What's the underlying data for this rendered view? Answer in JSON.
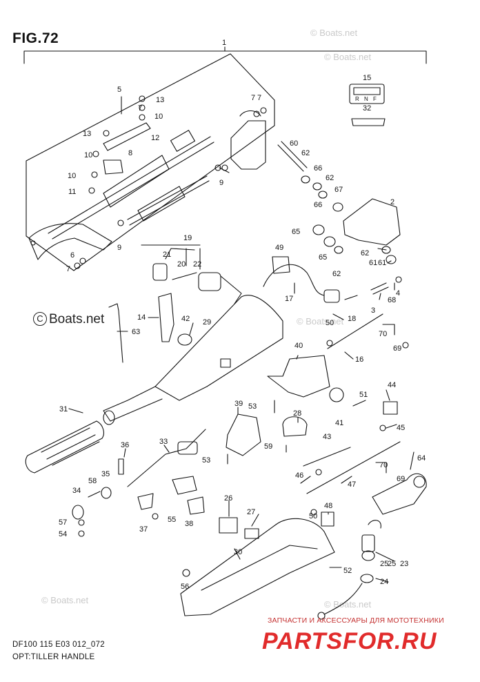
{
  "figure": {
    "title": "FIG.72",
    "code": "DF100 115 E03 012_072",
    "caption": "OPT:TILLER HANDLE"
  },
  "watermarks": {
    "side": "Boats.net",
    "faint": "© Boats.net"
  },
  "shop": {
    "line": "ЗАПЧАСТИ И АКСЕССУАРЫ ДЛЯ МОТОТЕХНИКИ",
    "brand": "PARTSFOR.RU"
  },
  "callouts": [
    "1",
    "2",
    "3",
    "4",
    "5",
    "6",
    "7",
    "8",
    "9",
    "10",
    "11",
    "12",
    "13",
    "14",
    "15",
    "16",
    "17",
    "18",
    "19",
    "20",
    "21",
    "22",
    "23",
    "24",
    "25",
    "26",
    "27",
    "28",
    "29",
    "30",
    "31",
    "32",
    "33",
    "34",
    "35",
    "36",
    "37",
    "38",
    "39",
    "40",
    "41",
    "42",
    "43",
    "44",
    "45",
    "46",
    "47",
    "48",
    "49",
    "50",
    "51",
    "52",
    "53",
    "54",
    "55",
    "56",
    "57",
    "58",
    "59",
    "60",
    "61",
    "62",
    "63",
    "64",
    "65",
    "66",
    "67",
    "68",
    "69",
    "70"
  ],
  "shift_label": {
    "letters": [
      "R",
      "N",
      "F"
    ]
  },
  "colors": {
    "line": "#111111",
    "watermark": "#c9c9c9",
    "brand": "#e12b2b"
  }
}
